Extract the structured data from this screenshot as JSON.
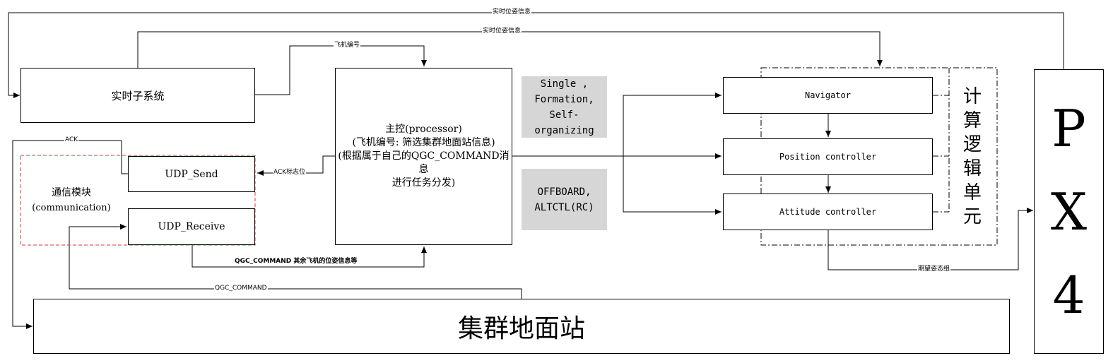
{
  "realtime_subsystem": {
    "label": "实时子系统"
  },
  "comm_module": {
    "label_cn": "通信模块",
    "label_en": "(communication)"
  },
  "udp_send": {
    "label": "UDP_Send"
  },
  "udp_receive": {
    "label": "UDP_Receive"
  },
  "main_control": {
    "line1": "主控(processor)",
    "line2": "(飞机编号: 筛选集群地面站信息)",
    "line3": "(根据属于自己的QGC_COMMAND消息",
    "line4": "进行任务分发)"
  },
  "mode_box_top": {
    "line1": "Single ,",
    "line2": "Formation,",
    "line3": "Self-",
    "line4": "organizing"
  },
  "mode_box_bottom": {
    "line1": "OFFBOARD,",
    "line2": "ALTCTL(RC)"
  },
  "navigator": {
    "label": "Navigator"
  },
  "position_controller": {
    "label": "Position controller"
  },
  "attitude_controller": {
    "label": "Attitude controller"
  },
  "compute_logic_unit": {
    "chars": [
      "计",
      "算",
      "逻",
      "辑",
      "单",
      "元"
    ]
  },
  "px4": {
    "chars": [
      "P",
      "X",
      "4"
    ]
  },
  "ground_station": {
    "label": "集群地面站"
  },
  "edge_labels": {
    "realtime_pose_outer": "实时位姿信息",
    "realtime_pose_inner": "实时位姿信息",
    "aircraft_id": "飞机编号",
    "ack": "ACK",
    "ack_flag": "ACK标志位",
    "qgc_command_others": "QGC_COMMAND 其余飞机的位姿信息等",
    "qgc_command": "QGC_COMMAND",
    "desired_attitude": "期望姿态组"
  },
  "colors": {
    "line": "#000000",
    "dashed_module": "#e0343a",
    "mode_fill": "#d6d6d6"
  }
}
